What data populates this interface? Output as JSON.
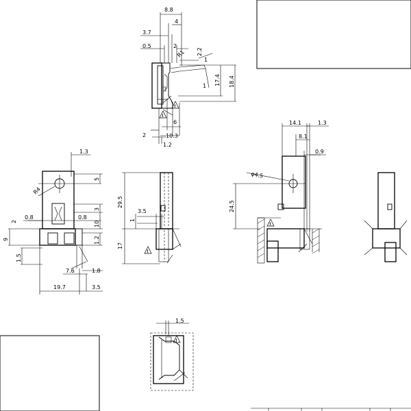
{
  "dimensions": {
    "top": {
      "d8_8": "8.8",
      "d4": "4",
      "d3_7": "3.7",
      "d0_5": "0.5",
      "d2a": "2",
      "r1": "R1",
      "d2_2": "2.2",
      "d1a": "1",
      "d1b": "1",
      "d17_4": "17.4",
      "d18_4": "18.4",
      "d6": "6",
      "d2b": "2",
      "d10_3": "10.3",
      "d1_2": "1.2"
    },
    "front": {
      "d1_3": "1.3",
      "r4": "R4",
      "d5": "5",
      "d3": "3",
      "d2": "2",
      "d0_8a": "0.8",
      "d0_8b": "0.8",
      "d10": "10",
      "d9": "9",
      "d1_2": "1.2",
      "d1_5": "1.5",
      "d7_6": "7.6",
      "d1_8": "1.8",
      "d19_7": "19.7",
      "d3_5": "3.5"
    },
    "side": {
      "d29_5": "29.5",
      "d3_5": "3.5",
      "d1": "1",
      "d17": "17"
    },
    "right": {
      "d14_1": "14.1",
      "d1_3": "1.3",
      "d8_1": "8.1",
      "d0_9": "0.9",
      "phi4_5": "φ4.5",
      "d24_5": "24.5"
    },
    "bottom": {
      "d1_5": "1.5"
    }
  },
  "warning_symbol": "warning-triangle-icon",
  "warning_mark": "!"
}
